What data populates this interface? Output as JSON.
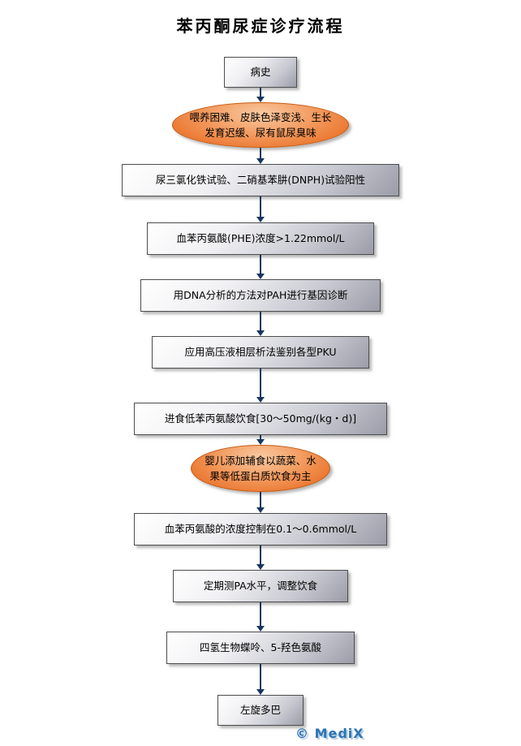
{
  "title": "苯丙酮尿症诊疗流程",
  "watermark": "© MediX",
  "colors": {
    "arrow": "#17375e",
    "box_border": "#4d4d4d",
    "ellipse_fill": "#ec7b35",
    "watermark": "#2e74b5"
  },
  "nodes": [
    {
      "id": "medical-history",
      "shape": "box",
      "text": "病史"
    },
    {
      "id": "symptoms",
      "shape": "ellipse",
      "text": "喂养困难、皮肤色泽变浅、生长发育迟缓、尿有鼠尿臭味"
    },
    {
      "id": "urine-tests",
      "shape": "box",
      "text": "尿三氯化铁试验、二硝基苯肼(DNPH)试验阳性"
    },
    {
      "id": "phe-level",
      "shape": "box",
      "text": "血苯丙氨酸(PHE)浓度>1.22mmol/L"
    },
    {
      "id": "dna-analysis",
      "shape": "box",
      "text": "用DNA分析的方法对PAH进行基因诊断"
    },
    {
      "id": "hplc-typing",
      "shape": "box",
      "text": "应用高压液相层析法鉴别各型PKU"
    },
    {
      "id": "low-phe-diet",
      "shape": "box",
      "text": "进食低苯丙氨酸饮食[30～50mg/(kg・d)]"
    },
    {
      "id": "infant-diet",
      "shape": "ellipse",
      "text": "婴儿添加辅食以蔬菜、水果等低蛋白质饮食为主"
    },
    {
      "id": "phe-control",
      "shape": "box",
      "text": "血苯丙氨酸的浓度控制在0.1～0.6mmol/L"
    },
    {
      "id": "monitor-adjust",
      "shape": "box",
      "text": "定期测PA水平，调整饮食"
    },
    {
      "id": "bh4-5htp",
      "shape": "box",
      "text": "四氢生物蝶呤、5-羟色氨酸"
    },
    {
      "id": "levodopa",
      "shape": "box",
      "text": "左旋多巴"
    }
  ]
}
